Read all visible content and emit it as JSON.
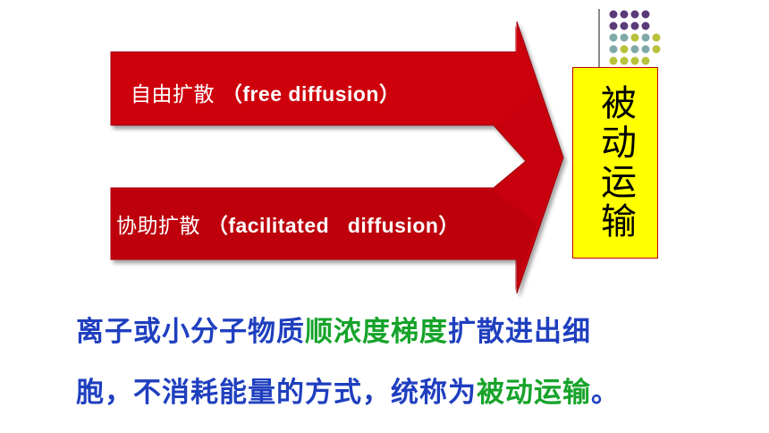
{
  "arrows": {
    "top": {
      "cn": "自由扩散",
      "en": "（free diffusion）"
    },
    "bottom": {
      "cn": "协助扩散",
      "en": "（facilitated   diffusion）"
    }
  },
  "target": {
    "label": "被动运输"
  },
  "caption": {
    "line1": {
      "a": "离子或小分子物质",
      "b": "顺浓度梯度",
      "c": "扩散进出细"
    },
    "line2": {
      "a": "胞，不消耗能量的方式，统称为",
      "b": "被动运输",
      "c": "。"
    }
  },
  "colors": {
    "arrow_red": "#c8000a",
    "box_yellow": "#ffff00",
    "caption_blue": "#1f3fbf",
    "highlight_green": "#16a32a",
    "dot_purple": "#5b3a7a",
    "dot_teal": "#7fa9a8",
    "dot_olive": "#b8c23a"
  }
}
